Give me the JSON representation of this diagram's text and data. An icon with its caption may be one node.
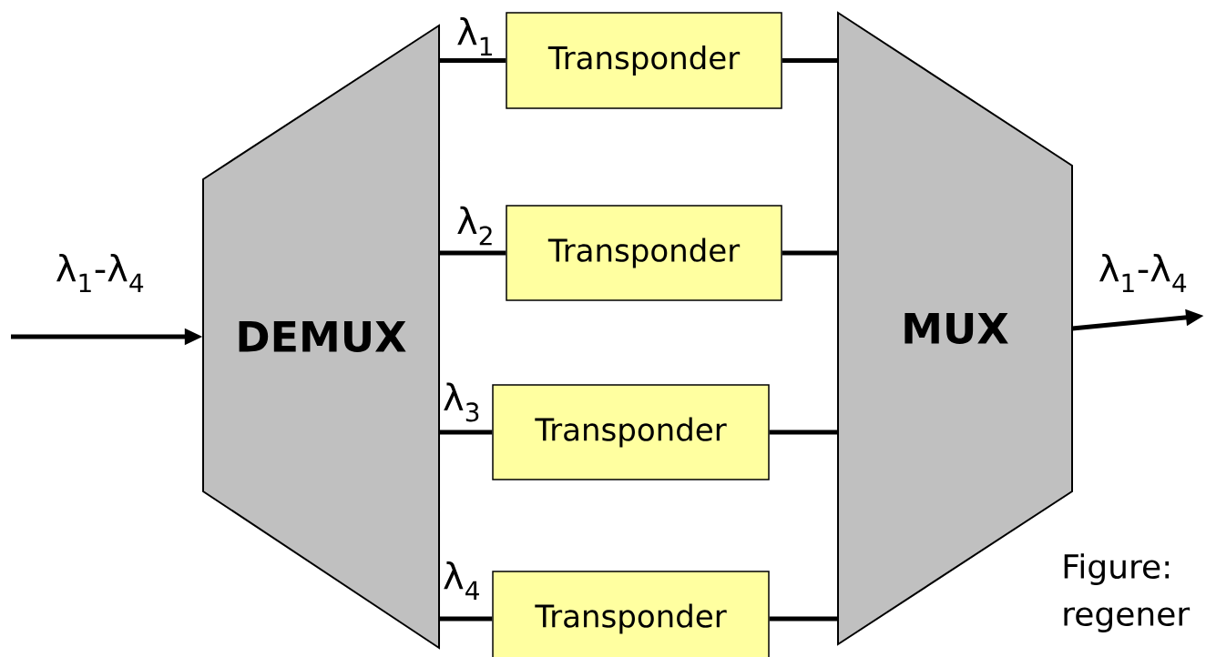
{
  "diagram": {
    "nodes": [
      {
        "text": [
          "DEMUX"
        ]
      },
      {
        "text": [
          "Transponder"
        ]
      },
      {
        "text": [
          "Transponder"
        ]
      },
      {
        "text": [
          "Transponder"
        ]
      },
      {
        "text": [
          "Transponder"
        ]
      },
      {
        "text": [
          "MUX"
        ]
      }
    ],
    "edges": [
      {
        "from": null,
        "to": 0,
        "arrow": "to",
        "label": "λ$_{1}$-λ$_{4}$"
      },
      {
        "from": 0,
        "to": 1,
        "arrow": "none",
        "label": "λ$_{1}$"
      },
      {
        "from": 0,
        "to": 2,
        "arrow": "none",
        "label": "λ$_{2}$"
      },
      {
        "from": 0,
        "to": 3,
        "arrow": "none",
        "label": "λ$_{3}$"
      },
      {
        "from": 0,
        "to": 4,
        "arrow": "none",
        "label": "λ$_{4}$"
      },
      {
        "from": 1,
        "to": 5,
        "arrow": "none"
      },
      {
        "from": 2,
        "to": 5,
        "arrow": "none"
      },
      {
        "from": 3,
        "to": 5,
        "arrow": "none"
      },
      {
        "from": 4,
        "to": 5,
        "arrow": "none"
      },
      {
        "from": 5,
        "to": null,
        "arrow": "to",
        "label": "λ$_{1}$-λ$_{4}$"
      }
    ],
    "labels": [
      "Figure: regener"
    ]
  }
}
